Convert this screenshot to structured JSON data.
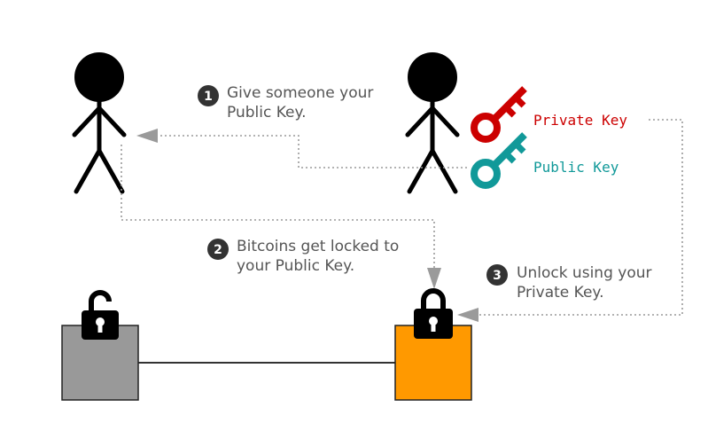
{
  "steps": [
    {
      "number": "1",
      "line1": "Give someone your",
      "line2": "Public Key."
    },
    {
      "number": "2",
      "line1": "Bitcoins get locked to",
      "line2": "your Public Key."
    },
    {
      "number": "3",
      "line1": "Unlock using your",
      "line2": "Private Key."
    }
  ],
  "keys": {
    "private": {
      "label": "Private Key",
      "color": "#cc0000"
    },
    "public": {
      "label": "Public Key",
      "color": "#119999"
    }
  },
  "boxes": {
    "unlocked_color": "#999999",
    "locked_color": "#ff9900"
  },
  "icons": [
    "stick-figure",
    "key-icon",
    "padlock-open-icon",
    "padlock-closed-icon",
    "arrow-head"
  ]
}
